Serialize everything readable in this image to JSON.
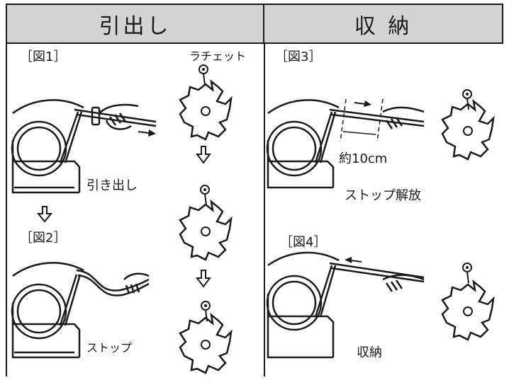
{
  "headers": {
    "pull_out": "引出し",
    "storage": "収 納"
  },
  "figures": {
    "fig1": "［図1］",
    "fig2": "［図2］",
    "fig3": "［図3］",
    "fig4": "［図4］"
  },
  "labels": {
    "ratchet": "ラチェット",
    "pull_action": "引き出し",
    "stop": "ストップ",
    "stop_release": "ストップ解放",
    "distance": "約10cm",
    "store_action": "収納"
  }
}
